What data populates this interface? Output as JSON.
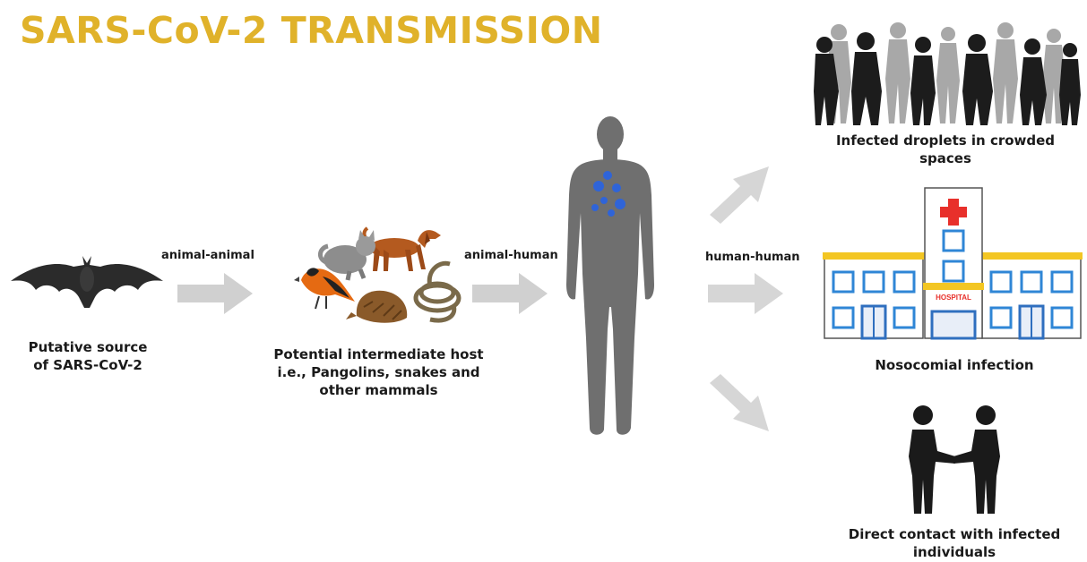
{
  "title": "SARS-CoV-2 TRANSMISSION",
  "colors": {
    "title": "#e0b22a",
    "arrow": "#cfcfcf",
    "human": "#6f6f6f",
    "virus": "#2f64d8",
    "hospital_trim": "#f3c623",
    "hospital_window": "#2f86d6",
    "cross": "#e8302b"
  },
  "edges": {
    "animal_animal": "animal-animal",
    "animal_human": "animal-human",
    "human_human": "human-human"
  },
  "nodes": {
    "bat": "Putative source\nof SARS-CoV-2",
    "intermediate": "Potential intermediate host\ni.e., Pangolins, snakes and\nother mammals",
    "crowd": "Infected droplets in crowded\nspaces",
    "hospital": "Nosocomial infection",
    "contact": "Direct contact with infected\nindividuals"
  },
  "hospital_sign": "HOSPITAL"
}
